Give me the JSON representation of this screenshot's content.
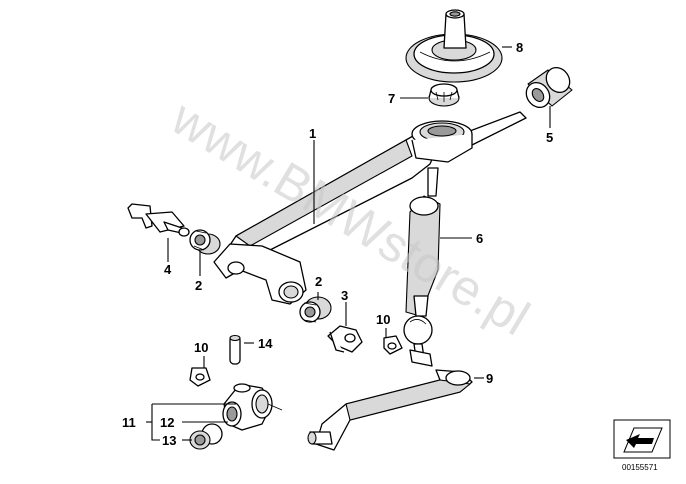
{
  "diagram": {
    "watermark": "www.BMWstore.pl",
    "document_number": "00155571",
    "callouts": [
      {
        "id": "callout-1",
        "label": "1"
      },
      {
        "id": "callout-2a",
        "label": "2"
      },
      {
        "id": "callout-2b",
        "label": "2"
      },
      {
        "id": "callout-3",
        "label": "3"
      },
      {
        "id": "callout-4",
        "label": "4"
      },
      {
        "id": "callout-5",
        "label": "5"
      },
      {
        "id": "callout-6",
        "label": "6"
      },
      {
        "id": "callout-7",
        "label": "7"
      },
      {
        "id": "callout-8",
        "label": "8"
      },
      {
        "id": "callout-9",
        "label": "9"
      },
      {
        "id": "callout-10a",
        "label": "10"
      },
      {
        "id": "callout-10b",
        "label": "10"
      },
      {
        "id": "callout-11",
        "label": "11"
      },
      {
        "id": "callout-12",
        "label": "12"
      },
      {
        "id": "callout-13",
        "label": "13"
      },
      {
        "id": "callout-14",
        "label": "14"
      }
    ]
  }
}
